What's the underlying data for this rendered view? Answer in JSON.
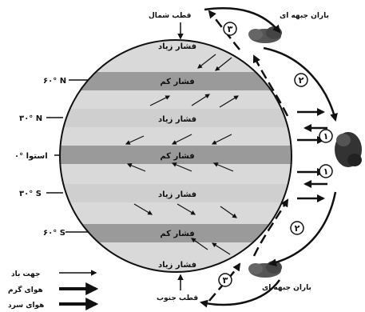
{
  "pole_north": "قطب شمال",
  "pole_south": "قطب جنوب",
  "front_rain_top": "باران جبهه ای",
  "front_rain_bottom": "باران جبهه ای",
  "belts": {
    "b1": "فشار زیاد",
    "b2": "فشار کم",
    "b3": "فشار زیاد",
    "b4": "فشار کم",
    "b5": "فشار زیاد",
    "b6": "فشار کم",
    "b7": "فشار زیاد"
  },
  "latitudes": {
    "n60": "۶۰° N",
    "n30": "۳۰° N",
    "eq": "۰° استوا",
    "s30": "۳۰° S",
    "s60": "۶۰° S"
  },
  "cells": {
    "c1": "۱",
    "c1b": "۱",
    "c2": "۲",
    "c2b": "۲",
    "c3": "۳",
    "c3b": "۳"
  },
  "legend": {
    "wind": "جهت باد",
    "warm": "هوای گرم",
    "cold": "هوای سرد"
  },
  "colors": {
    "dark_band": "#9a9a9a",
    "light_band": "#d9d9d9",
    "globe_outline": "#111111"
  }
}
